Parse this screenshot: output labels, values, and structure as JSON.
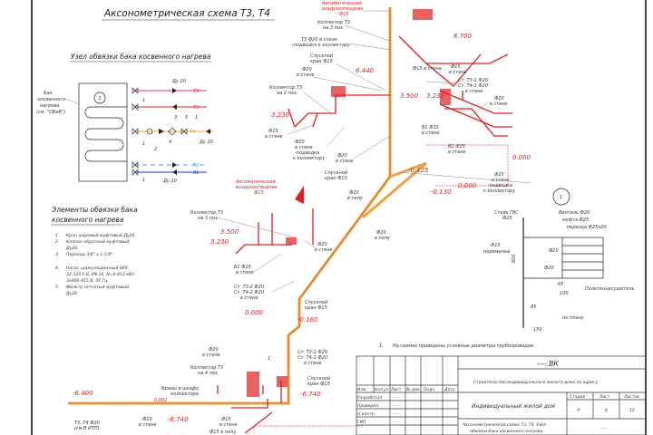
{
  "title": "Аксонометрическая схема Т3, Т4",
  "node": {
    "title": "Узел обвязки бака косвенного нагрева",
    "tank_label": [
      "Бак",
      "косвенного",
      "нагрева",
      "(см. \"ОВиК\")"
    ],
    "tank_number": "1",
    "pipe_labels": [
      "Т3",
      "Т3",
      "Т4",
      "Т2",
      "В1"
    ],
    "du_labels": [
      "Ду 20",
      "Ду 20",
      "Ду 20"
    ],
    "callouts": [
      "1",
      "1",
      "2",
      "3",
      "4",
      "5",
      "1",
      "1"
    ]
  },
  "elements": {
    "title_line1": "Элементы обвязки бака",
    "title_line2": "косвенного нагрева",
    "items": [
      {
        "n": "1.",
        "lines": [
          "Кран шаровый муфтовый Ду20."
        ]
      },
      {
        "n": "2.",
        "lines": [
          "Клапан обратный муфтовый",
          "Ду20."
        ]
      },
      {
        "n": "3.",
        "lines": [
          "Переход 3/4\" х 1-1/4\"."
        ]
      },
      {
        "n": "4.",
        "lines": [
          "Насос циркуляционный UPS",
          "32-120 F В, PN 10, N=0.852 кВт,",
          "3х400-415 В, 50 Гц."
        ]
      },
      {
        "n": "5.",
        "lines": [
          "Фильтр сетчатый муфтовый",
          "Ду20"
        ]
      }
    ]
  },
  "annotations": {
    "air_vent_top": [
      "Автоматический",
      "воздухоотводчик",
      "Ф15"
    ],
    "collector_t3_3": [
      "Коллектор Т3",
      "на 3 поз."
    ],
    "t3_feed": [
      "Т3 Ф20  в стене",
      "-подводка к коллектору"
    ],
    "drain_valve_1": [
      "Спускной",
      "кран Ф15"
    ],
    "f20_wall_1": [
      "Ф20",
      "в стене"
    ],
    "collector_t3_2": [
      "Коллектор Т3",
      "на 2 поз."
    ],
    "f15_wall_1": [
      "Ф15",
      "в стене"
    ],
    "f20_feed": [
      "Ф20",
      "в стене",
      "-подводка",
      "к коллектору"
    ],
    "f20_wall_2": [
      "Ф20",
      "в стене"
    ],
    "drain_valve_2": [
      "Спускной",
      "кран Ф15"
    ],
    "f15_wall_top": [
      "Ф15",
      "в стене"
    ],
    "f15_wall_top2": "Ф15  в стене",
    "riser_1": [
      "Ст. Т3-1 Ф20",
      "Ст. Т4-1 Ф20",
      "в стене"
    ],
    "b1_f15_1": [
      "В1 Ф15",
      "в стене"
    ],
    "b1_f15_2": [
      "В1 Ф15",
      "в стене"
    ],
    "f20_wall_right": [
      "Ф20",
      "в стене"
    ],
    "f20_floor": [
      "Ф20",
      "в полу"
    ],
    "f20_feed_right": [
      "Ф20",
      "в стене",
      "-подводка",
      "к коллектору"
    ],
    "air_vent_mid": [
      "Автоматический",
      "воздухоотводчик",
      "Ф15"
    ],
    "collector_t3_3b": [
      "Коллектор Т3",
      "на 3 поз."
    ],
    "f20_wall_mid": [
      "Ф20",
      "в стене"
    ],
    "b1_f15_mid": [
      "В1 Ф15",
      "в стене"
    ],
    "riser_2": [
      "Ст. Т3-2 Ф20",
      "Ст. Т4-2 Ф20",
      "в стене"
    ],
    "f20_floor_mid": [
      "Ф20",
      "в полу"
    ],
    "drain_valve_3": [
      "Спускной",
      "кран Ф15"
    ],
    "f20_wall_bot": [
      "Ф20",
      "в стене"
    ],
    "collector_t3_4": [
      "Коллектор Т3",
      "на 4 поз."
    ],
    "cabinet_valves": [
      "Краны в шкафу",
      "коллектора"
    ],
    "riser_1b": [
      "Ст. Т3-1 Ф20",
      "Ст. Т4-1 Ф20",
      "в стене"
    ],
    "drain_valve_4": [
      "Спускной",
      "кран Ф15"
    ],
    "t3t4_itp": [
      "Т3, Т4 Ф20",
      "(см.В ИТП)"
    ],
    "f20_wall_bot2": [
      "Ф20",
      "в стене"
    ],
    "f15_wall_bot": [
      "Ф15",
      "в стене"
    ],
    "f15_floor_bot": "Ф15 в полу",
    "detail_ref": "1",
    "slope": "0,002"
  },
  "levels": [
    "6.700",
    "6.440",
    "3.500",
    "3.230",
    "3.230",
    "-0.125",
    "0.000",
    "-0.130",
    "0.000",
    "3.500",
    "3.230",
    "0.000",
    "-0.160",
    "-6.400",
    "-6.740",
    "-6.740"
  ],
  "detail": {
    "number": "1",
    "labels": {
      "riser": [
        "Стояк ГВС",
        "Ф25"
      ],
      "valve": "Вентиль Ф20",
      "coupling": "муфта Ф25",
      "adapter": "переход Ф25х20",
      "f20a": "Ф20",
      "f20b": "Ф20",
      "f15": [
        "Ф15",
        "перемычка"
      ],
      "towel": "Полотенцесушитель"
    },
    "dims": [
      "600",
      "65",
      "100",
      "85",
      "150",
      "по плану"
    ]
  },
  "note": {
    "n": "1.",
    "text": "На схемах приведены условные диаметры трубопроводов."
  },
  "title_block": {
    "code": "----.ВК",
    "project": "Строительство индивидуального жилого дома по адресу",
    "header_cols": [
      "Изм.",
      "Кол.уч",
      "Лист",
      "№ док.",
      "Подп.",
      "Дата"
    ],
    "roles": [
      {
        "role": "Разработал",
        "name": "-----"
      },
      {
        "role": "Проверил",
        "name": "-----"
      },
      {
        "role": "Н.контр.",
        "name": "-----"
      },
      {
        "role": "ГИП",
        "name": "-----"
      }
    ],
    "object": "Индивидуальный жилой дом",
    "stage_label": "Стадия",
    "sheet_label": "Лист",
    "sheets_label": "Листов",
    "stage": "Р",
    "sheet": "6",
    "sheets": "12",
    "drawing_title": [
      "Аксонометрическая схема Т3, Т4. Узел",
      "обвязки бака косвенного нагрева"
    ],
    "org": "----"
  },
  "colors": {
    "t3": "#e02020",
    "t4": "#f0a040",
    "t2": "#40a0e0",
    "b1": "#2030d0"
  }
}
